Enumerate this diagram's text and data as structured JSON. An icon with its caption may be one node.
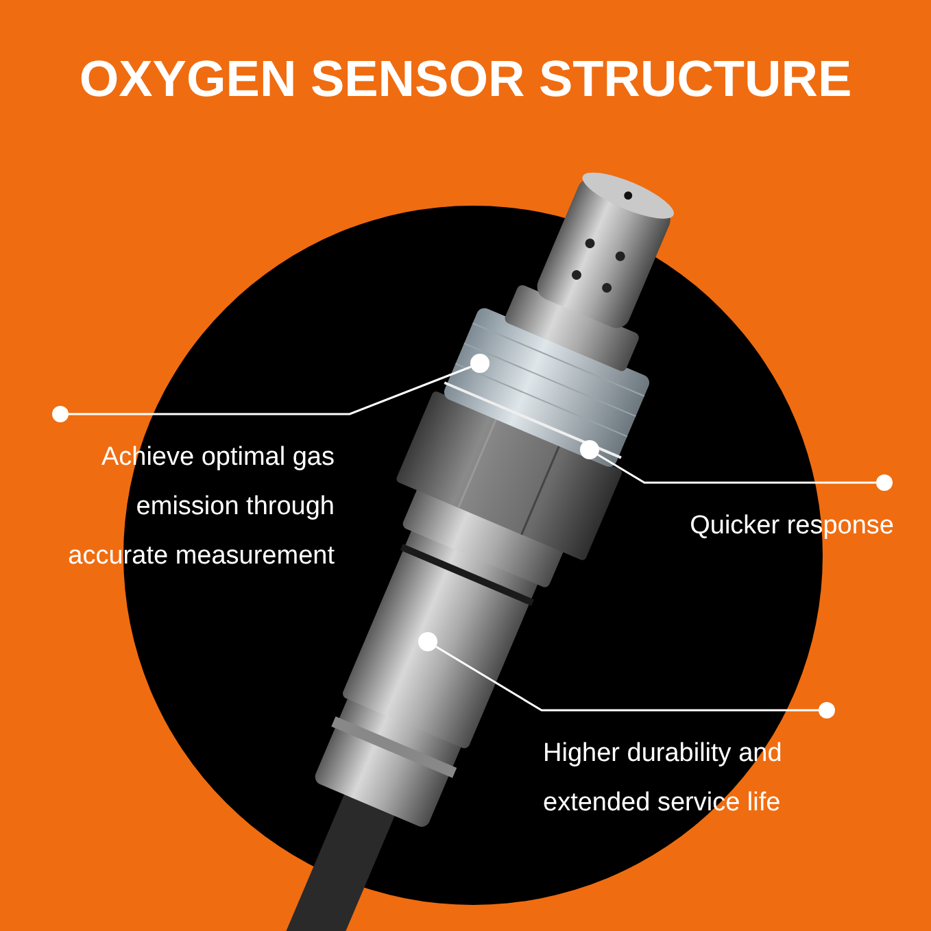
{
  "diagram": {
    "title": "OXYGEN SENSOR STRUCTURE",
    "nodes": [
      {
        "text": [
          "Achieve optimal gas emission through accurate measurement"
        ]
      },
      {
        "text": [
          "Quicker response"
        ]
      },
      {
        "text": [
          "Higher durability and extended service life"
        ]
      },
      {
        "text": [],
        "shape": "circle"
      },
      {
        "text": [],
        "shape": "circle"
      },
      {
        "text": [],
        "shape": "circle"
      }
    ],
    "edges": [
      {
        "from": 0,
        "to": 3,
        "arrow": "none"
      },
      {
        "from": 1,
        "to": 4,
        "arrow": "none"
      },
      {
        "from": 2,
        "to": 5,
        "arrow": "none"
      }
    ]
  }
}
